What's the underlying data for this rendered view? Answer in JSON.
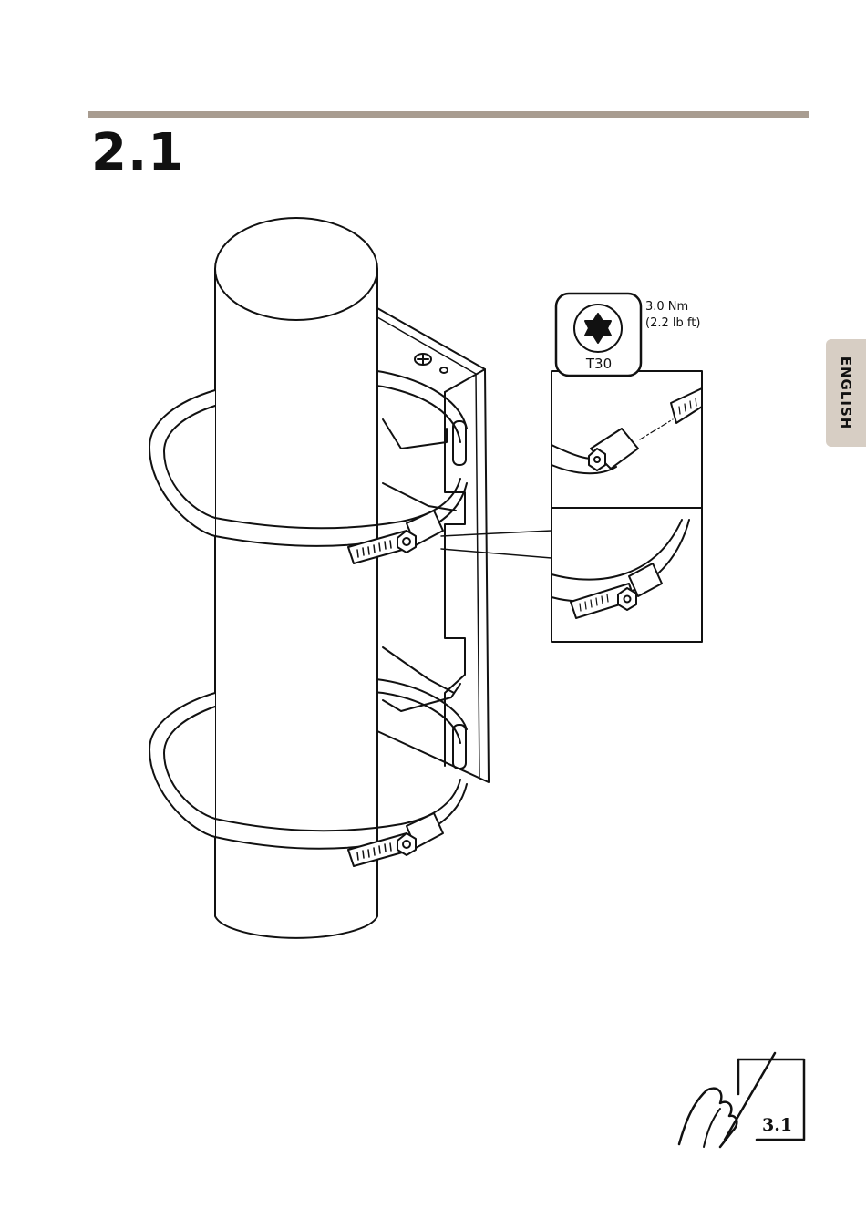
{
  "header": {
    "step_number": "2.1"
  },
  "side_tab": {
    "language": "ENGLISH",
    "color": "#d7cec4"
  },
  "rule_color": "#a89c90",
  "tool": {
    "label": "T30",
    "icon": "torx-bit-icon"
  },
  "torque": {
    "metric": "3.0 Nm",
    "imperial": "(2.2 lb ft)"
  },
  "footer": {
    "next_step": "3.1",
    "icon": "page-turn-hand-icon"
  }
}
